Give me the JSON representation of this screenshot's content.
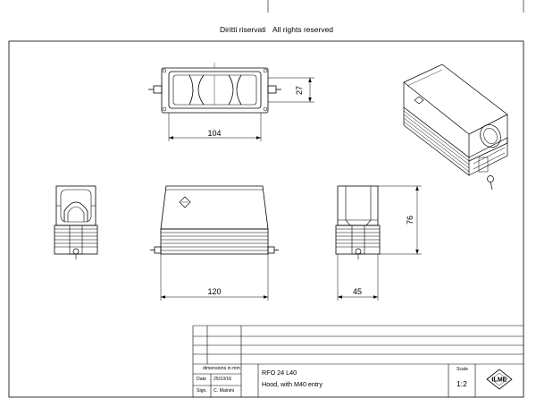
{
  "header": {
    "rights_it": "Diritti riservati",
    "rights_en": "All rights reserved"
  },
  "dimensions": {
    "top_width": "104",
    "top_height": "27",
    "front_width": "120",
    "side_height": "76",
    "side_width": "45"
  },
  "title_block": {
    "units_label": "dimensions in mm",
    "date_label": "Date",
    "date_value": "25/10/16",
    "sign_label": "Sign.",
    "sign_value": "C. Mainini",
    "part_code": "RFO 24 L40",
    "part_description": "Hood, with M40 entry",
    "scale_label": "Scale",
    "scale_value": "1:2",
    "logo_text": "ILME"
  }
}
